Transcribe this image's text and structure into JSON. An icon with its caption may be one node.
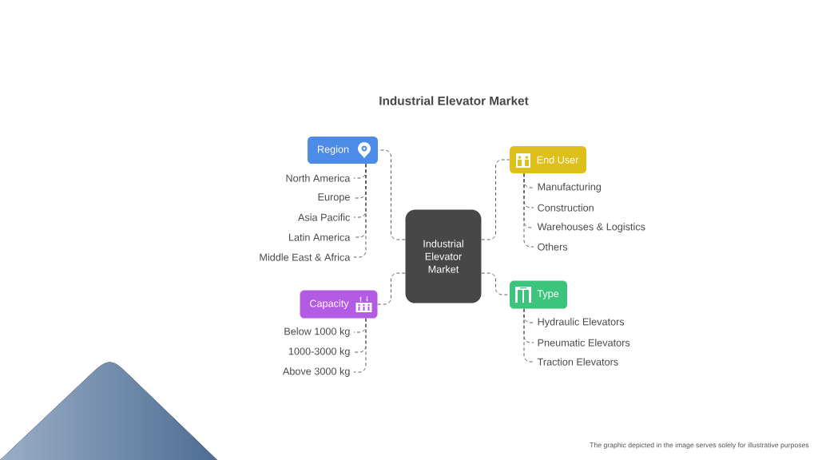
{
  "diagram": {
    "title": "Industrial Elevator Market",
    "nodes": [
      {
        "text": [
          "Industrial Elevator Market"
        ]
      },
      {
        "text": [
          "Region"
        ]
      },
      {
        "text": [
          "North America"
        ]
      },
      {
        "text": [
          "Europe"
        ]
      },
      {
        "text": [
          "Asia Pacific"
        ]
      },
      {
        "text": [
          "Latin America"
        ]
      },
      {
        "text": [
          "Middle East & Africa"
        ]
      },
      {
        "text": [
          "Capacity"
        ]
      },
      {
        "text": [
          "Below 1000 kg"
        ]
      },
      {
        "text": [
          "1000-3000 kg"
        ]
      },
      {
        "text": [
          "Above 3000 kg"
        ]
      },
      {
        "text": [
          "End User"
        ]
      },
      {
        "text": [
          "Manufacturing"
        ]
      },
      {
        "text": [
          "Construction"
        ]
      },
      {
        "text": [
          "Warehouses & Logistics"
        ]
      },
      {
        "text": [
          "Others"
        ]
      },
      {
        "text": [
          "Type"
        ]
      },
      {
        "text": [
          "Hydraulic Elevators"
        ]
      },
      {
        "text": [
          "Pneumatic Elevators"
        ]
      },
      {
        "text": [
          "Traction Elevators"
        ]
      }
    ],
    "edges": [
      {
        "from": 0,
        "to": 1,
        "arrow": "none",
        "style": "dashed"
      },
      {
        "from": 1,
        "to": 2,
        "arrow": "none",
        "style": "dashed"
      },
      {
        "from": 1,
        "to": 3,
        "arrow": "none",
        "style": "dashed"
      },
      {
        "from": 1,
        "to": 4,
        "arrow": "none",
        "style": "dashed"
      },
      {
        "from": 1,
        "to": 5,
        "arrow": "none",
        "style": "dashed"
      },
      {
        "from": 1,
        "to": 6,
        "arrow": "none",
        "style": "dashed"
      },
      {
        "from": 0,
        "to": 7,
        "arrow": "none",
        "style": "dashed"
      },
      {
        "from": 7,
        "to": 8,
        "arrow": "none",
        "style": "dashed"
      },
      {
        "from": 7,
        "to": 9,
        "arrow": "none",
        "style": "dashed"
      },
      {
        "from": 7,
        "to": 10,
        "arrow": "none",
        "style": "dashed"
      },
      {
        "from": 0,
        "to": 11,
        "arrow": "none",
        "style": "dashed"
      },
      {
        "from": 11,
        "to": 12,
        "arrow": "none",
        "style": "dashed"
      },
      {
        "from": 11,
        "to": 13,
        "arrow": "none",
        "style": "dashed"
      },
      {
        "from": 11,
        "to": 14,
        "arrow": "none",
        "style": "dashed"
      },
      {
        "from": 11,
        "to": 15,
        "arrow": "none",
        "style": "dashed"
      },
      {
        "from": 0,
        "to": 16,
        "arrow": "none",
        "style": "dashed"
      },
      {
        "from": 16,
        "to": 17,
        "arrow": "none",
        "style": "dashed"
      },
      {
        "from": 16,
        "to": 18,
        "arrow": "none",
        "style": "dashed"
      },
      {
        "from": 16,
        "to": 19,
        "arrow": "none",
        "style": "dashed"
      }
    ],
    "labels": [
      "The graphic depicted in the image serves solely for illustrative purposes"
    ]
  }
}
